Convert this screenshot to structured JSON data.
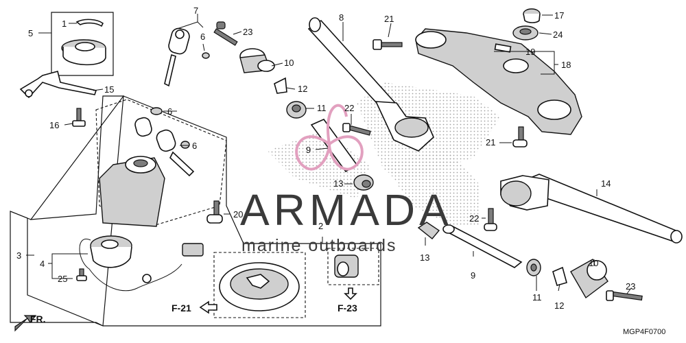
{
  "callouts": [
    "1",
    "5",
    "7",
    "6",
    "23",
    "8",
    "21",
    "17",
    "24",
    "19",
    "18",
    "15",
    "10",
    "12",
    "11",
    "22",
    "9",
    "16",
    "6",
    "6",
    "3",
    "4",
    "25",
    "20",
    "2",
    "13",
    "14",
    "22",
    "13",
    "9",
    "11",
    "12",
    "10",
    "23",
    "21"
  ],
  "refs": {
    "f21": "F-21",
    "f23": "F-23",
    "front": "FR."
  },
  "code": "MGP4F0700",
  "watermark": {
    "title": "ARMADA",
    "subtitle": "marine outboards"
  },
  "colors": {
    "line": "#111111",
    "gray": "#cfcfcf",
    "dark": "#7d7d7d",
    "logo": "#e2a0bf",
    "watermark": "#3a3a3a"
  }
}
